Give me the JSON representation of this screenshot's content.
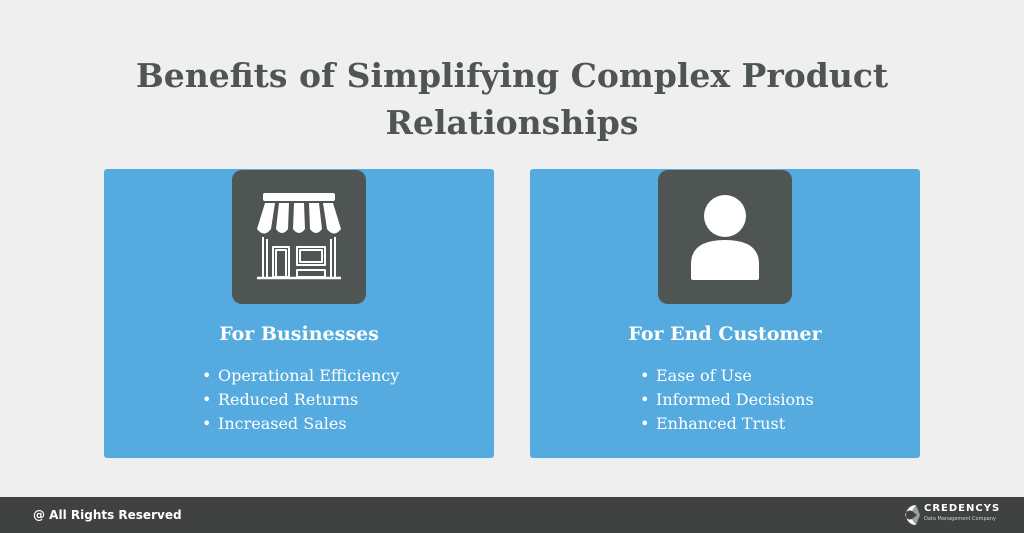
{
  "title": {
    "line1": "Benefits of Simplifying Complex Product",
    "line2": "Relationships"
  },
  "cards": [
    {
      "icon": "storefront-icon",
      "heading": "For Businesses",
      "items": [
        "Operational Efficiency",
        "Reduced Returns",
        "Increased Sales"
      ]
    },
    {
      "icon": "user-icon",
      "heading": "For End Customer",
      "items": [
        "Ease of Use",
        "Informed Decisions",
        "Enhanced Trust"
      ]
    }
  ],
  "footer": {
    "rights": "@ All Rights Reserved",
    "brand_name": "CREDENCYS",
    "brand_tagline": "Data Management Company"
  },
  "colors": {
    "background": "#efefef",
    "card": "#55abdf",
    "icon_box": "#4f5552",
    "title": "#4f5552",
    "footer": "#3f4240"
  }
}
